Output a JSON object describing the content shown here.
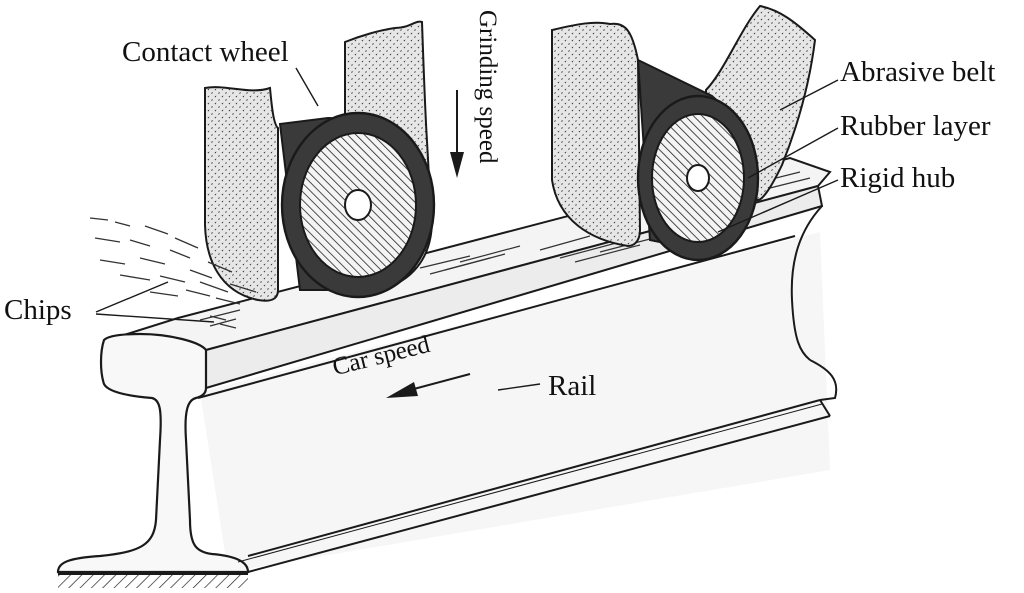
{
  "figure": {
    "labels": {
      "contact_wheel": "Contact wheel",
      "grinding_speed": "Grinding speed",
      "abrasive_belt": "Abrasive belt",
      "rubber_layer": "Rubber layer",
      "rigid_hub": "Rigid hub",
      "chips": "Chips",
      "car_speed": "Car speed",
      "rail": "Rail"
    },
    "colors": {
      "outline": "#1a1a1a",
      "belt_fill": "#d9d9d9",
      "rubber_fill": "#3a3a3a",
      "rail_fill": "#f2f2f2"
    }
  }
}
